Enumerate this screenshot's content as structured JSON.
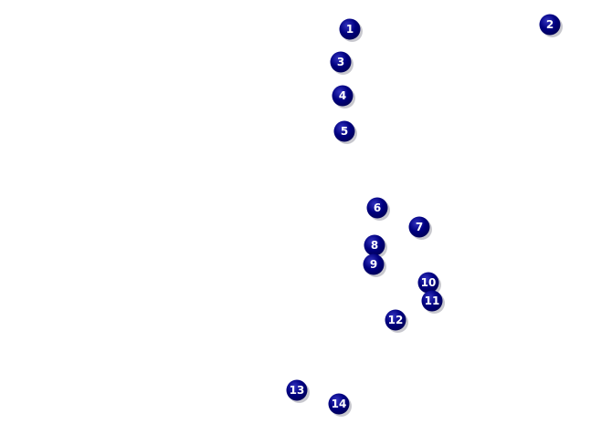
{
  "diagram": {
    "colors": {
      "marker_fill": "#000080",
      "marker_highlight": "#2a2ab0",
      "marker_shadow": "#9a9aa6",
      "label_color": "#ffffff"
    },
    "markers": [
      {
        "label": "1"
      },
      {
        "label": "2"
      },
      {
        "label": "3"
      },
      {
        "label": "4"
      },
      {
        "label": "5"
      },
      {
        "label": "6"
      },
      {
        "label": "7"
      },
      {
        "label": "8"
      },
      {
        "label": "9"
      },
      {
        "label": "10"
      },
      {
        "label": "11"
      },
      {
        "label": "12"
      },
      {
        "label": "13"
      },
      {
        "label": "14"
      }
    ]
  }
}
